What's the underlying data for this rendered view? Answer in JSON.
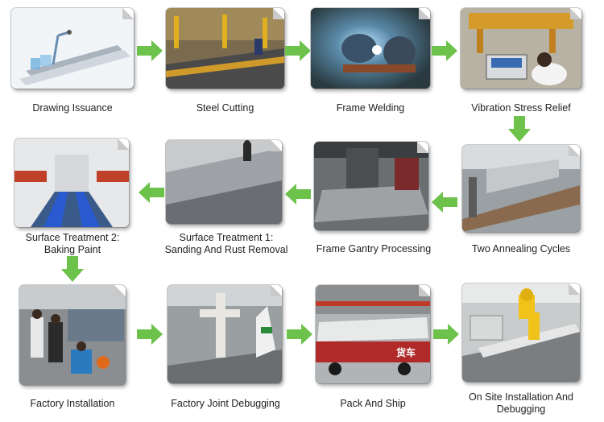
{
  "steps": [
    {
      "id": "drawing-issuance",
      "label": "Drawing Issuance"
    },
    {
      "id": "steel-cutting",
      "label": "Steel Cutting"
    },
    {
      "id": "frame-welding",
      "label": "Frame Welding"
    },
    {
      "id": "vibration-stress-relief",
      "label": "Vibration Stress Relief"
    },
    {
      "id": "two-annealing-cycles",
      "label": "Two Annealing Cycles"
    },
    {
      "id": "frame-gantry-processing",
      "label": "Frame Gantry Processing"
    },
    {
      "id": "surface-treatment-1",
      "label_line1": "Surface Treatment 1:",
      "label_line2": "Sanding And Rust Removal"
    },
    {
      "id": "surface-treatment-2",
      "label_line1": "Surface Treatment 2:",
      "label_line2": "Baking Paint"
    },
    {
      "id": "factory-installation",
      "label": "Factory Installation"
    },
    {
      "id": "factory-joint-debugging",
      "label": "Factory Joint Debugging"
    },
    {
      "id": "pack-and-ship",
      "label": "Pack And Ship",
      "truck_text": "货车"
    },
    {
      "id": "on-site-installation",
      "label_line1": "On Site Installation And",
      "label_line2": "Debugging"
    }
  ],
  "colors": {
    "arrow": "#6cc24a",
    "arrow_dark": "#4a9a2e",
    "label": "#222222"
  }
}
